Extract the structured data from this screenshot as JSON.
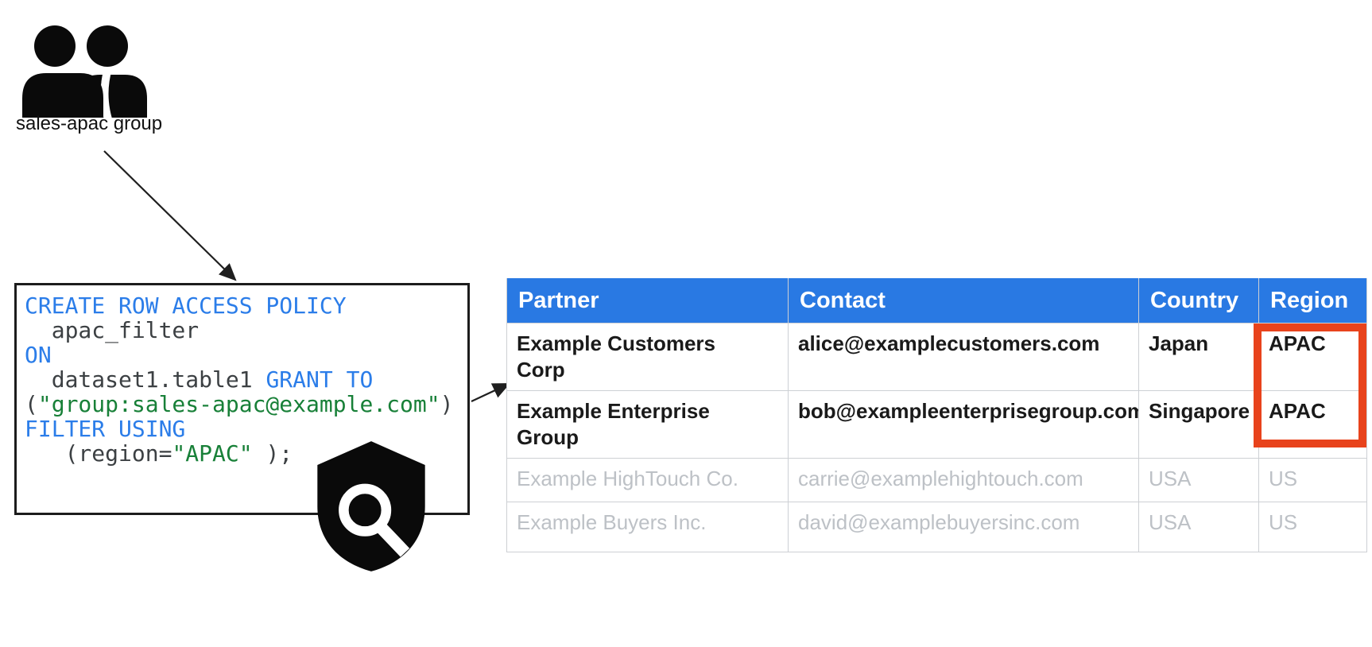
{
  "diagram": {
    "group_label": "sales-apac group",
    "people_icon": "people-group-icon",
    "shield_icon": "shield-search-icon"
  },
  "code_box": {
    "lines": [
      [
        {
          "t": "CREATE ROW ACCESS POLICY",
          "c": "kw"
        }
      ],
      [
        {
          "t": "  apac_filter",
          "c": "id"
        }
      ],
      [
        {
          "t": "ON",
          "c": "kw"
        }
      ],
      [
        {
          "t": "  dataset1.table1 ",
          "c": "id"
        },
        {
          "t": "GRANT TO",
          "c": "kw"
        }
      ],
      [
        {
          "t": "(",
          "c": "id"
        },
        {
          "t": "\"group:sales-apac@example.com\"",
          "c": "str"
        },
        {
          "t": ")",
          "c": "id"
        }
      ],
      [
        {
          "t": "FILTER USING",
          "c": "kw"
        }
      ],
      [
        {
          "t": "   (region=",
          "c": "id"
        },
        {
          "t": "\"APAC\"",
          "c": "str"
        },
        {
          "t": " );",
          "c": "id"
        }
      ]
    ]
  },
  "table": {
    "columns": [
      "Partner",
      "Contact",
      "Country",
      "Region"
    ],
    "rows": [
      {
        "partner": "Example Customers\nCorp",
        "contact": "alice@examplecustomers.com",
        "country": "Japan",
        "region": "APAC",
        "visible": true
      },
      {
        "partner": "Example Enterprise\nGroup",
        "contact": "bob@exampleenterprisegroup.com",
        "country": "Singapore",
        "region": "APAC",
        "visible": true
      },
      {
        "partner": "Example HighTouch Co.",
        "contact": "carrie@examplehightouch.com",
        "country": "USA",
        "region": "US",
        "visible": false
      },
      {
        "partner": "Example Buyers Inc.",
        "contact": "david@examplebuyersinc.com",
        "country": "USA",
        "region": "US",
        "visible": false
      }
    ]
  },
  "colors": {
    "table_header_bg": "#2979E3",
    "highlight_red": "#E8431C",
    "code_keyword_blue": "#2B7DE9",
    "code_string_green": "#188038",
    "code_text": "#3C4043",
    "muted_row_text": "#BDC1C6",
    "grid_line": "#CDD0D4"
  }
}
